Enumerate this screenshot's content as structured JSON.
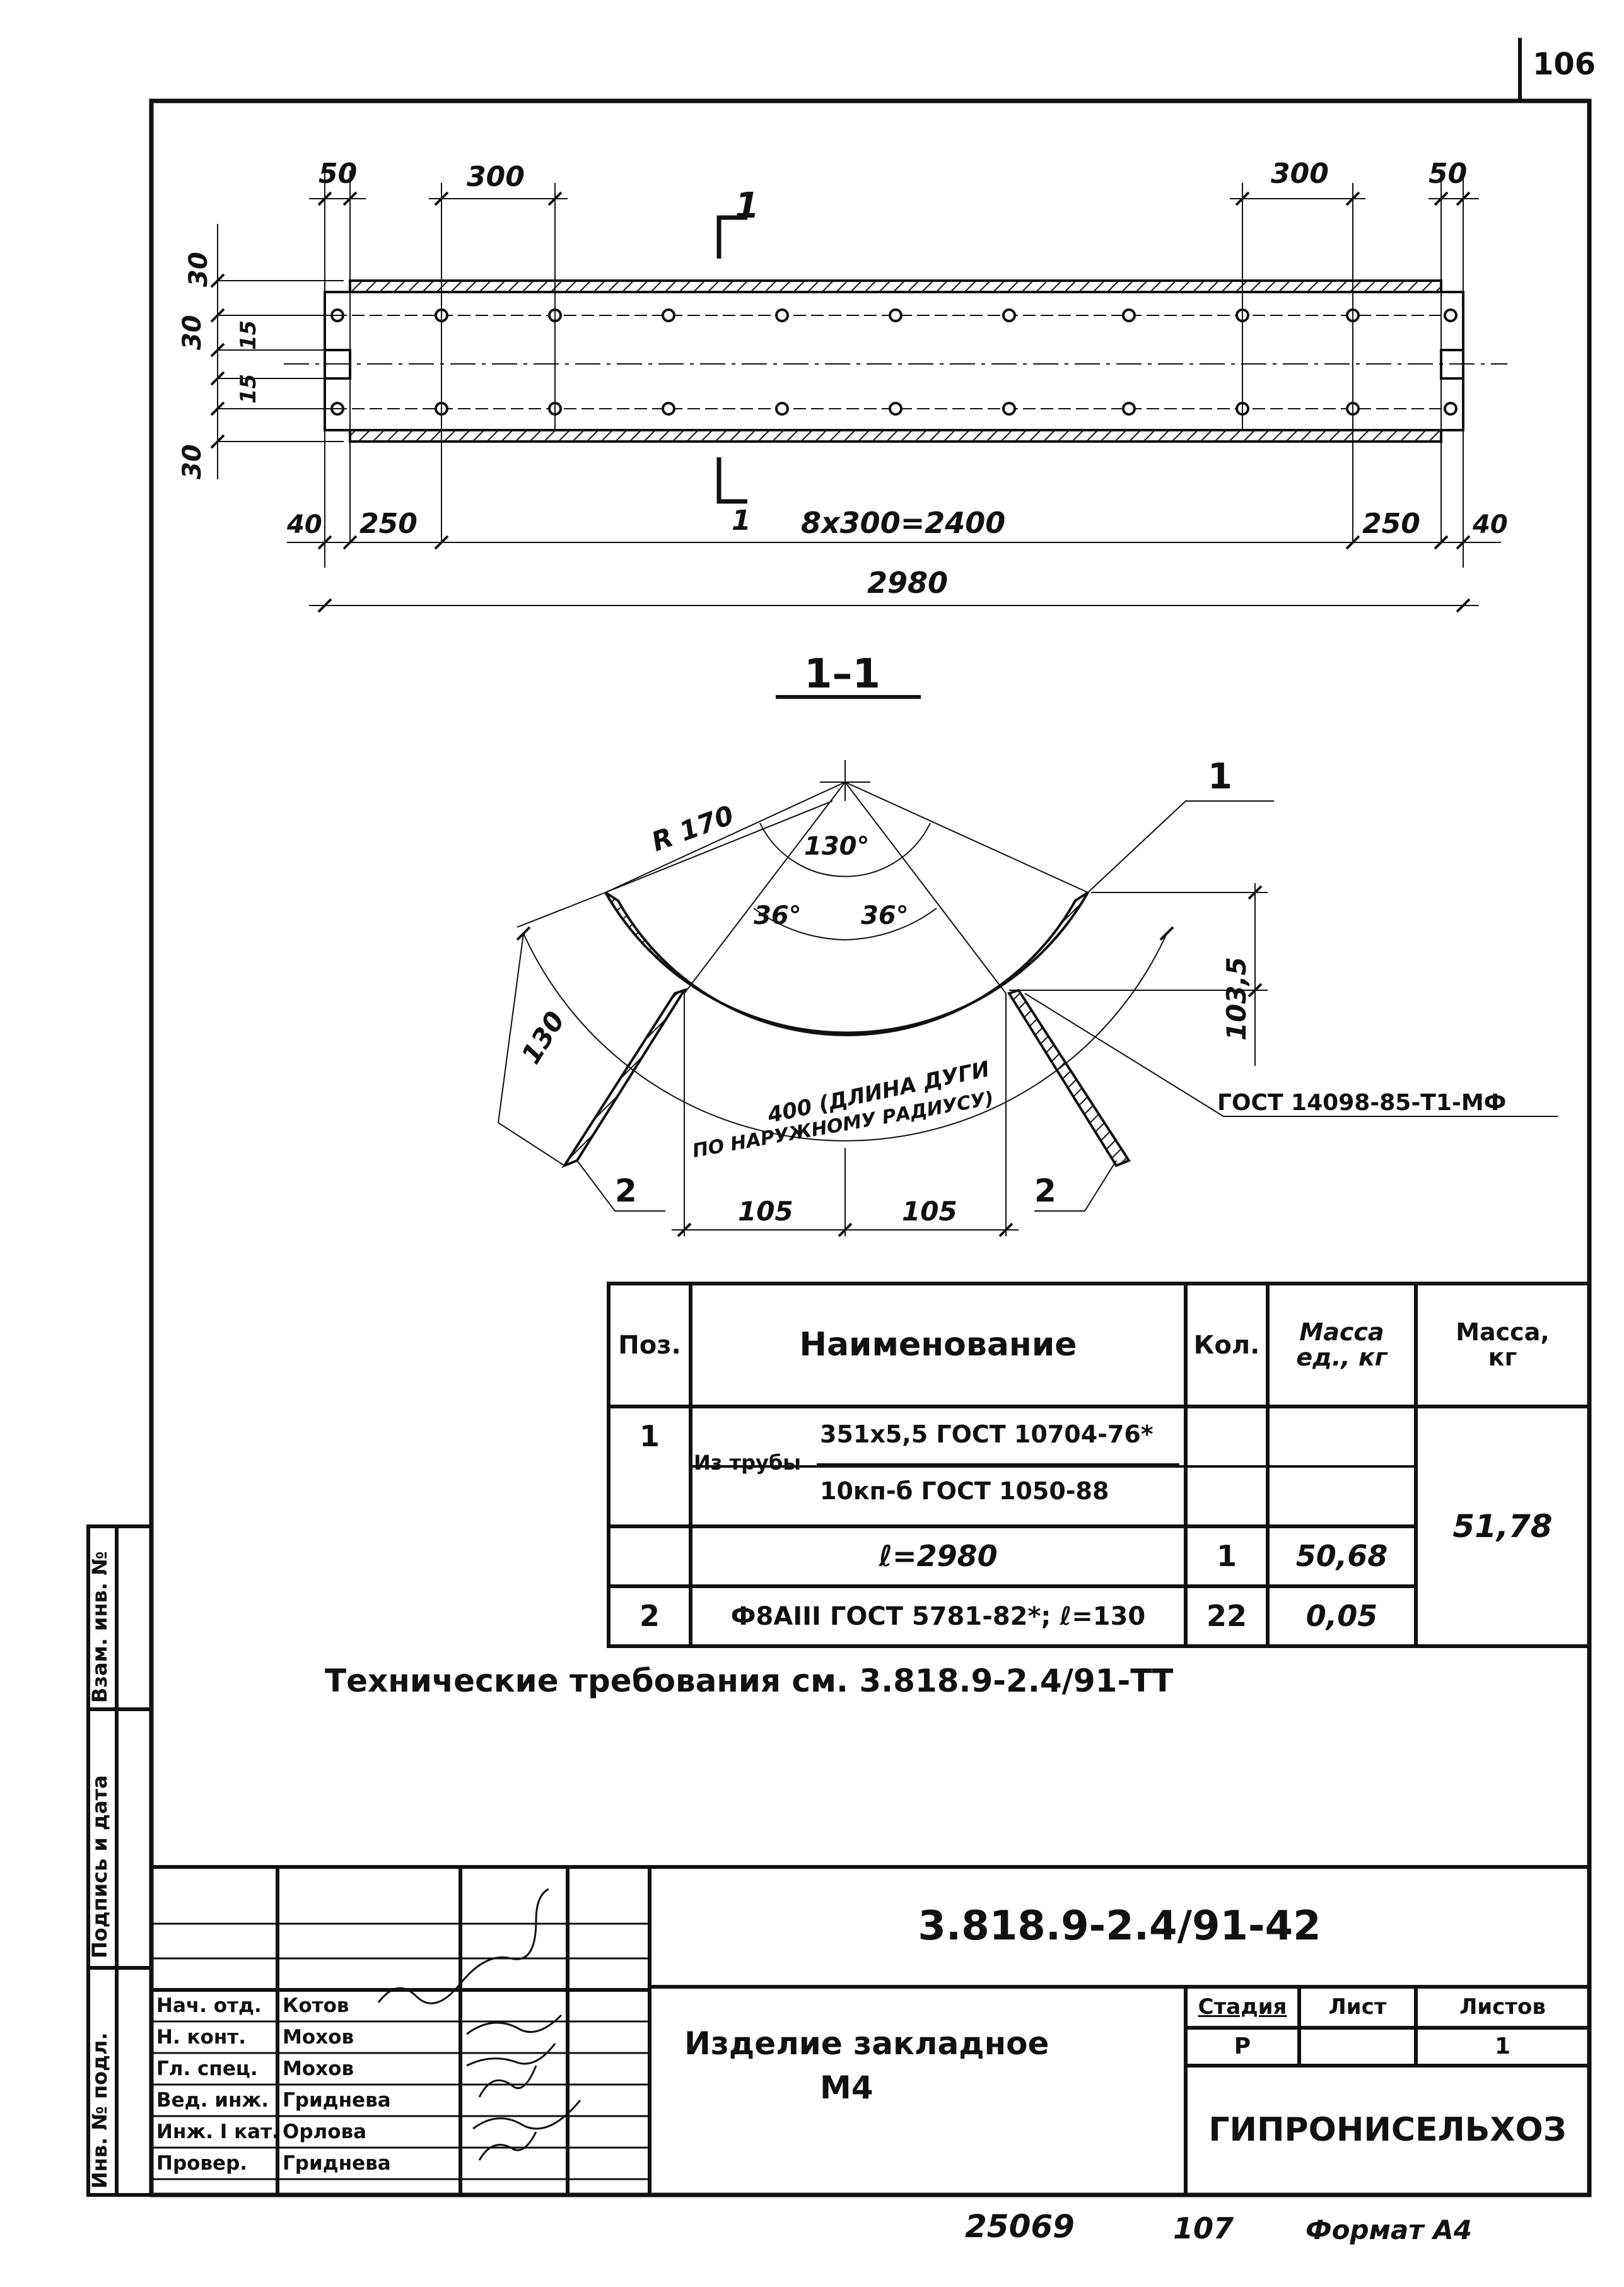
{
  "page_number": "106",
  "plan_view": {
    "dims_top": [
      "50",
      "300",
      "300",
      "50"
    ],
    "dims_left": [
      "30",
      "30",
      "15",
      "15",
      "30"
    ],
    "dims_bottom": [
      "40",
      "250",
      "8х300=2400",
      "250",
      "40"
    ],
    "overall_length": "2980",
    "section_mark": "1"
  },
  "section_view": {
    "title": "1–1",
    "radius": "R 170",
    "angle_total": "130°",
    "angle_left": "36°",
    "angle_right": "36°",
    "height": "103,5",
    "rebar_length": "130",
    "arc_note_1": "400 (ДЛИНА ДУГИ",
    "arc_note_2": "ПО НАРУЖНОМУ РАДИУСУ)",
    "dim_105_left": "105",
    "dim_105_right": "105",
    "weld_note": "ГОСТ 14098-85-Т1-МФ",
    "pos_1": "1",
    "pos_2_left": "2",
    "pos_2_right": "2"
  },
  "spec_table": {
    "headers": {
      "pos": "Поз.",
      "name": "Наименование",
      "qty": "Кол.",
      "mass_unit_1": "Масса",
      "mass_unit_2": "ед., кг",
      "mass_total_1": "Масса,",
      "mass_total_2": "кг"
    },
    "row1": {
      "pos": "1",
      "prefix": "Из трубы",
      "numerator": "351х5,5 ГОСТ 10704-76*",
      "denominator": "10кп-б ГОСТ 1050-88",
      "length": "ℓ=2980",
      "qty": "1",
      "mass_unit": "50,68"
    },
    "row2": {
      "pos": "2",
      "name": "Ф8АIII ГОСТ 5781-82*; ℓ=130",
      "qty": "22",
      "mass_unit": "0,05"
    },
    "mass_total": "51,78"
  },
  "tech_requirements": "Технические требования см. 3.818.9-2.4/91-ТТ",
  "title_block": {
    "doc_code": "3.818.9-2.4/91-42",
    "staff": [
      {
        "role": "Нач. отд.",
        "name": "Котов"
      },
      {
        "role": "Н. конт.",
        "name": "Мохов"
      },
      {
        "role": "Гл. спец.",
        "name": "Мохов"
      },
      {
        "role": "Вед. инж.",
        "name": "Гриднева"
      },
      {
        "role": "Инж. I кат.",
        "name": "Орлова"
      },
      {
        "role": "Провер.",
        "name": "Гриднева"
      }
    ],
    "product_name_1": "Изделие закладное",
    "product_name_2": "М4",
    "stage_label": "Стадия",
    "sheet_label": "Лист",
    "sheets_label": "Листов",
    "stage_value": "Р",
    "sheet_value": "",
    "sheets_value": "1",
    "organization": "ГИПРОНИСЕЛЬХОЗ"
  },
  "side_stamp": {
    "inv_subst": "Взам. инв. №",
    "sign_date": "Подпись и дата",
    "inv_orig": "Инв. № подл."
  },
  "footer": {
    "archive_no": "25069",
    "page": "107",
    "format": "Формат А4"
  }
}
